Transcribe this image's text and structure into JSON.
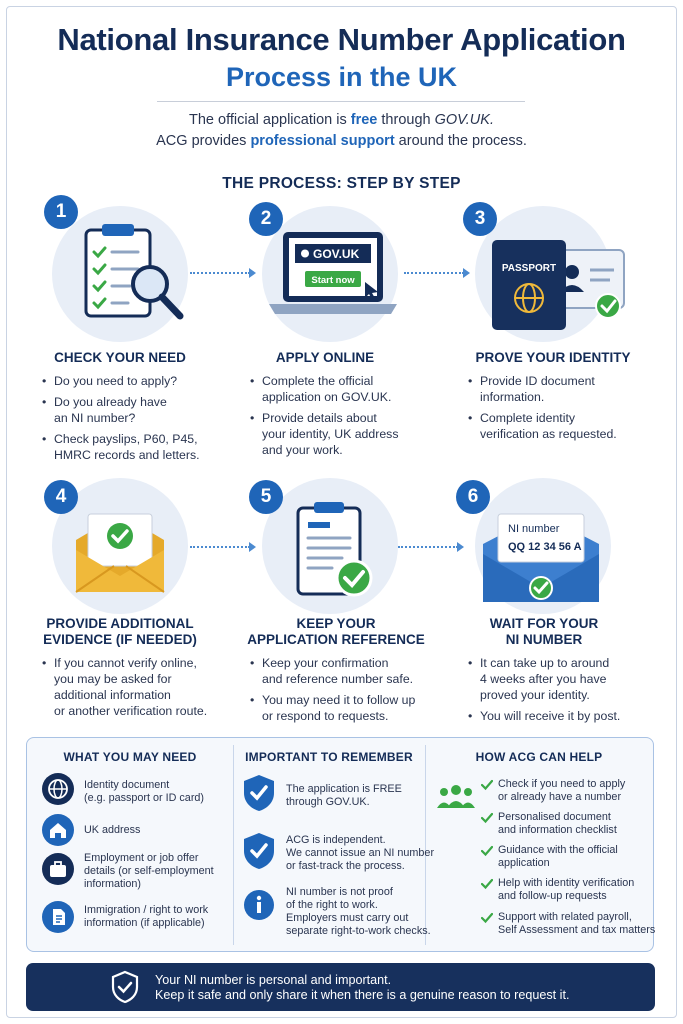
{
  "title": {
    "line1": "National Insurance Number Application",
    "line2": "Process in the UK"
  },
  "intro": {
    "line1_a": "The official application is ",
    "line1_b": "free",
    "line1_c": " through ",
    "line1_d": "GOV.UK.",
    "line2_a": "ACG provides ",
    "line2_b": "professional support",
    "line2_c": " around the process."
  },
  "process_heading": "THE PROCESS: STEP BY STEP",
  "colors": {
    "navy": "#142c57",
    "blue": "#1f65b8",
    "green": "#3aa845",
    "yellow": "#f0b93a"
  },
  "steps": [
    {
      "number": "1",
      "icon": "clipboard-magnifier-icon",
      "heading_lines": [
        "CHECK YOUR NEED"
      ],
      "bullets": [
        [
          "Do you need to apply?"
        ],
        [
          "Do you already have",
          "an NI number?"
        ],
        [
          "Check payslips, P60, P45,",
          "HMRC records and letters."
        ]
      ]
    },
    {
      "number": "2",
      "icon": "laptop-icon",
      "gov_label": "GOV.UK",
      "start_label": "Start now",
      "heading_lines": [
        "APPLY ONLINE"
      ],
      "bullets": [
        [
          "Complete the official",
          "application on GOV.UK."
        ],
        [
          "Provide details about",
          "your identity, UK address",
          "and your work."
        ]
      ]
    },
    {
      "number": "3",
      "icon": "passport-icon",
      "passport_label": "PASSPORT",
      "heading_lines": [
        "PROVE YOUR IDENTITY"
      ],
      "bullets": [
        [
          "Provide ID document",
          "information."
        ],
        [
          "Complete identity",
          "verification as requested."
        ]
      ]
    },
    {
      "number": "4",
      "icon": "envelope-check-icon",
      "heading_lines": [
        "PROVIDE ADDITIONAL",
        "EVIDENCE (IF NEEDED)"
      ],
      "bullets": [
        [
          "If you cannot verify online,",
          "you may be asked for",
          "additional information",
          "or another verification route."
        ]
      ]
    },
    {
      "number": "5",
      "icon": "document-check-icon",
      "heading_lines": [
        "KEEP YOUR",
        "APPLICATION REFERENCE"
      ],
      "bullets": [
        [
          "Keep your confirmation",
          "and reference number safe."
        ],
        [
          "You may need it to follow up",
          "or respond to requests."
        ]
      ]
    },
    {
      "number": "6",
      "icon": "mail-letter-icon",
      "letter_title": "NI number",
      "letter_value": "QQ 12 34 56 A",
      "heading_lines": [
        "WAIT FOR YOUR",
        "NI NUMBER"
      ],
      "bullets": [
        [
          "It can take up to around",
          "4 weeks after you have",
          "proved your identity."
        ],
        [
          "You will receive it by post."
        ]
      ]
    }
  ],
  "panels": {
    "need": {
      "heading": "WHAT YOU MAY NEED",
      "items": [
        {
          "icon": "globe-icon",
          "lines": [
            "Identity document",
            "(e.g. passport or ID card)"
          ]
        },
        {
          "icon": "home-icon",
          "lines": [
            "UK address"
          ]
        },
        {
          "icon": "briefcase-icon",
          "lines": [
            "Employment or job offer",
            "details (or self-employment",
            "information)"
          ]
        },
        {
          "icon": "document-icon",
          "lines": [
            "Immigration / right to work",
            "information (if applicable)"
          ]
        }
      ]
    },
    "remember": {
      "heading": "IMPORTANT TO REMEMBER",
      "items": [
        {
          "icon": "shield-check-icon",
          "lines": [
            "The application is FREE",
            "through GOV.UK."
          ]
        },
        {
          "icon": "shield-check-icon",
          "lines": [
            "ACG is independent.",
            "We cannot issue an NI number",
            "or fast-track the process."
          ]
        },
        {
          "icon": "info-icon",
          "lines": [
            "NI number is not proof",
            "of the right to work.",
            "Employers must carry out",
            "separate right-to-work checks."
          ]
        }
      ]
    },
    "help": {
      "heading": "HOW ACG CAN HELP",
      "items": [
        [
          "Check if you need to apply",
          "or already have a number"
        ],
        [
          "Personalised document",
          "and information checklist"
        ],
        [
          "Guidance with the official",
          "application"
        ],
        [
          "Help with identity verification",
          "and follow-up requests"
        ],
        [
          "Support with related payroll,",
          "Self Assessment and tax matters"
        ]
      ]
    }
  },
  "banner": {
    "line1": "Your NI number is personal and important.",
    "line2": "Keep it safe and only share it when there is a genuine reason to request it."
  }
}
